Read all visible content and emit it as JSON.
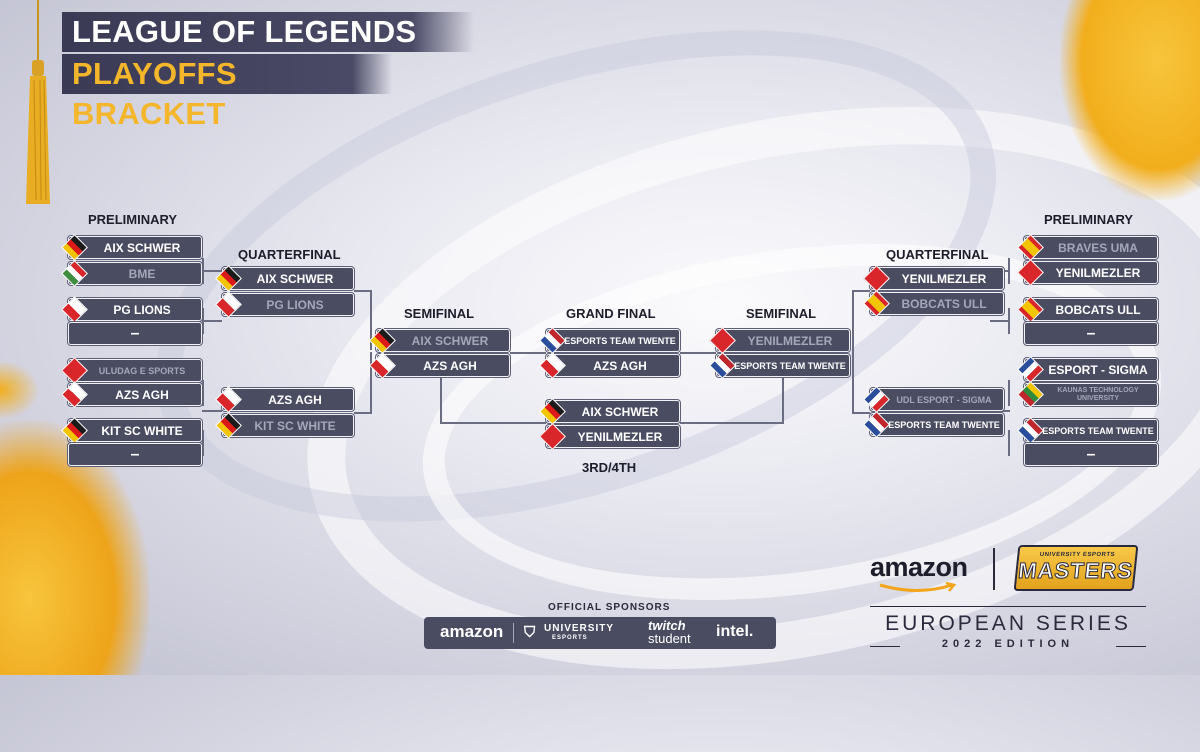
{
  "header": {
    "title": "LEAGUE OF LEGENDS",
    "subtitle": "PLAYOFFS BRACKET"
  },
  "stages": {
    "preliminary": "PRELIMINARY",
    "quarterfinal": "QUARTERFINAL",
    "semifinal": "SEMIFINAL",
    "grand_final": "GRAND FINAL",
    "third_place": "3RD/4TH"
  },
  "teams": {
    "lp1": "AIX SCHWER",
    "lp2": "BME",
    "lp3": "PG LIONS",
    "lp4": "–",
    "lp5": "ULUDAG E SPORTS",
    "lp6": "AZS AGH",
    "lp7": "KIT SC WHITE",
    "lp8": "–",
    "lq1": "AIX SCHWER",
    "lq2": "PG LIONS",
    "lq3": "AZS AGH",
    "lq4": "KIT SC WHITE",
    "ls1": "AIX SCHWER",
    "ls2": "AZS AGH",
    "gf1": "ESPORTS TEAM TWENTE",
    "gf2": "AZS AGH",
    "tp1": "AIX SCHWER",
    "tp2": "YENILMEZLER",
    "rs1": "YENILMEZLER",
    "rs2": "ESPORTS TEAM TWENTE",
    "rq1": "YENILMEZLER",
    "rq2": "BOBCATS ULL",
    "rq3": "UDL ESPORT - SIGMA",
    "rq4": "ESPORTS TEAM TWENTE",
    "rp1": "BRAVES UMA",
    "rp2": "YENILMEZLER",
    "rp3": "BOBCATS ULL",
    "rp4": "–",
    "rp5": "ESPORT - SIGMA",
    "rp6": "KAUNAS TECHNOLOGY UNIVERSITY",
    "rp7": "ESPORTS TEAM TWENTE",
    "rp8": "–"
  },
  "sponsors": {
    "label": "OFFICIAL SPONSORS",
    "amazon": "amazon",
    "university": "UNIVERSITY",
    "university_sub": "ESPORTS",
    "twitch": "twitch",
    "twitch_sub": "student",
    "intel": "intel."
  },
  "branding": {
    "amazon": "amazon",
    "masters_top": "UNIVERSITY ESPORTS",
    "masters": "MASTERS",
    "series": "EUROPEAN SERIES",
    "edition": "2022 EDITION"
  },
  "colors": {
    "panel": "#4a4c62",
    "accent": "#f4b62a",
    "text_dark": "#1d1d2b"
  }
}
